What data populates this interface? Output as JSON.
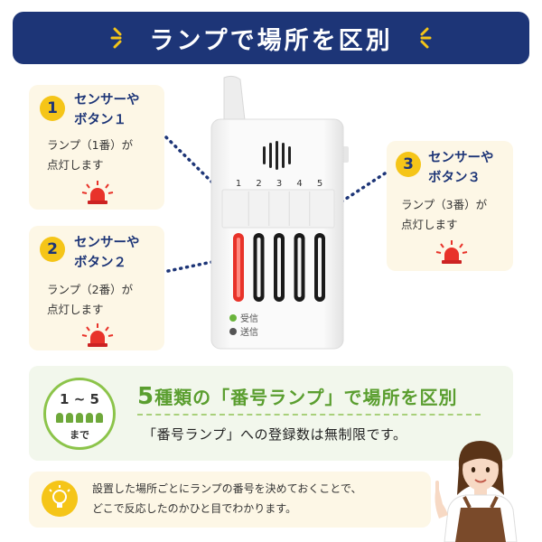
{
  "banner": {
    "title": "ランプで場所を区別"
  },
  "cards": [
    {
      "number": "1",
      "title_line1": "センサーや",
      "title_line2": "ボタン１",
      "text_line1": "ランプ（1番）が",
      "text_line2": "点灯します"
    },
    {
      "number": "2",
      "title_line1": "センサーや",
      "title_line2": "ボタン２",
      "text_line1": "ランプ（2番）が",
      "text_line2": "点灯します"
    },
    {
      "number": "3",
      "title_line1": "センサーや",
      "title_line2": "ボタン３",
      "text_line1": "ランプ（3番）が",
      "text_line2": "点灯します"
    }
  ],
  "device": {
    "lamp_numbers": [
      "1",
      "2",
      "3",
      "4",
      "5"
    ],
    "receive_label": "受信",
    "send_label": "送信",
    "lit_lamp": 1,
    "colors": {
      "lit": "#e8332a",
      "unlit": "#1a1a1a",
      "receive": "#6ab43c",
      "send": "#555555"
    }
  },
  "summary": {
    "range_top": "1 ~ 5",
    "range_bottom": "まで",
    "headline_number": "5",
    "headline_text": "種類の「番号ランプ」で場所を区別",
    "subline": "「番号ランプ」への登録数は無制限です。"
  },
  "tip": {
    "line1": "設置した場所ごとにランプの番号を決めておくことで、",
    "line2": "どこで反応したのかひと目でわかります。"
  },
  "colors": {
    "navy": "#1d3577",
    "yellow": "#f5c518",
    "green": "#5a9e2f",
    "cream": "#fdf7e6"
  }
}
